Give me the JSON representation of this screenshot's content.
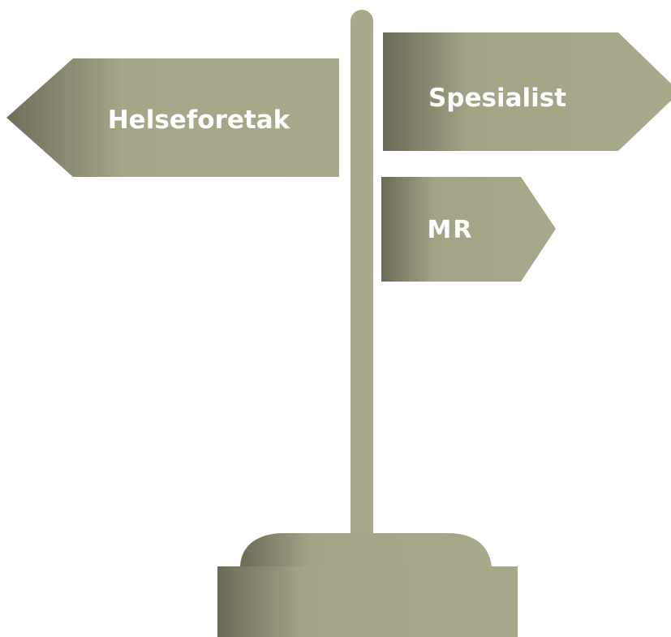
{
  "signs": {
    "left": {
      "label": "Helseforetak"
    },
    "right_top": {
      "label": "Spesialist"
    },
    "right_bottom": {
      "label": "MR"
    }
  },
  "colors": {
    "sign_dark": "#6d6c5a",
    "sign_light": "#a8a88a",
    "text": "#ffffff",
    "background": "#ffffff"
  }
}
